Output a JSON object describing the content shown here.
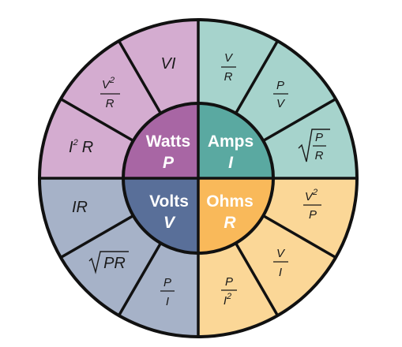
{
  "colors": {
    "purple_outer": "#d4acd0",
    "purple_inner": "#a866a4",
    "teal_outer": "#a6d3cc",
    "teal_inner": "#5aa9a1",
    "blue_outer": "#a6b2c8",
    "blue_inner": "#596f99",
    "orange_outer": "#fbd797",
    "orange_inner": "#f9b95a",
    "line": "#111111"
  },
  "quadrants": {
    "watts": {
      "name": "Watts",
      "symbol": "P"
    },
    "amps": {
      "name": "Amps",
      "symbol": "I"
    },
    "volts": {
      "name": "Volts",
      "symbol": "V"
    },
    "ohms": {
      "name": "Ohms",
      "symbol": "R"
    }
  },
  "formulas": {
    "watts_vi": "VI",
    "watts_v2r": {
      "num_base": "V",
      "num_sup": "2",
      "den": "R"
    },
    "watts_i2r": {
      "base": "I",
      "sup": "2",
      "tail": "R"
    },
    "amps_vr": {
      "num": "V",
      "den": "R"
    },
    "amps_pv": {
      "num": "P",
      "den": "V"
    },
    "amps_sqrt_pr": {
      "num": "P",
      "den": "R"
    },
    "volts_ir": "IR",
    "volts_sqrt_pr": "PR",
    "volts_pi": {
      "num": "P",
      "den": "I"
    },
    "ohms_v2p": {
      "num_base": "V",
      "num_sup": "2",
      "den": "P"
    },
    "ohms_vi": {
      "num": "V",
      "den": "I"
    },
    "ohms_pi2": {
      "num": "P",
      "den_base": "I",
      "den_sup": "2"
    }
  }
}
